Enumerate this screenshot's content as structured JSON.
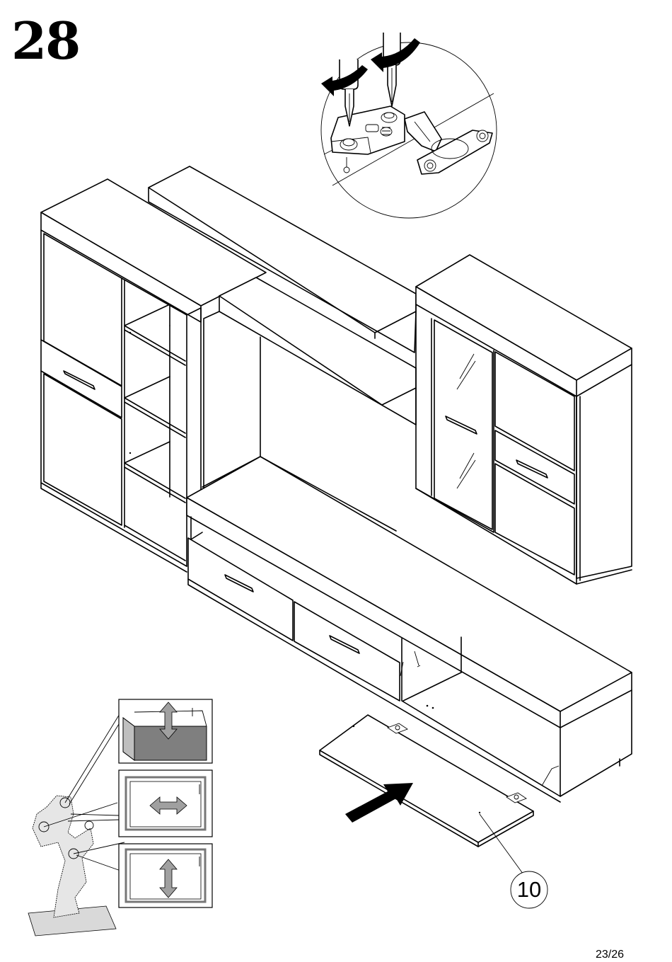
{
  "instruction": {
    "step_number": "28",
    "page_number": "23/26",
    "part_label": "10"
  },
  "icons": {
    "screwdriver": "screwdriver-icon",
    "rotation_arrow": "rotation-arrow-icon",
    "hinge": "hinge-icon",
    "insert_arrow": "insert-arrow-icon",
    "adjust_height": "arrow-up-down-icon",
    "adjust_side": "arrow-left-right-icon",
    "adjust_depth": "arrow-up-down-icon"
  },
  "colors": {
    "line": "#000000",
    "background": "#ffffff",
    "shade": "#7f7f7f",
    "light_shade": "#d9d9d9"
  }
}
